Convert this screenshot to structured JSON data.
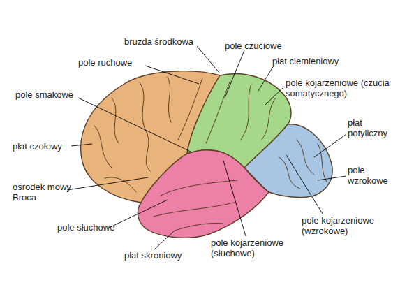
{
  "diagram": {
    "labels": [
      "bruzda środkowa",
      "pole czuciowe",
      "płat ciemieniowy",
      "pole ruchowe",
      "pole kojarzeniowe (czucia somatycznego)",
      "pole smakowe",
      "płat potyliczny",
      "płat czołowy",
      "pole wzrokowe",
      "ośrodek mowy Broca",
      "pole kojarzeniowe (wzrokowe)",
      "pole słuchowe",
      "pole kojarzeniowe (słuchowe)",
      "płat skroniowy"
    ]
  }
}
